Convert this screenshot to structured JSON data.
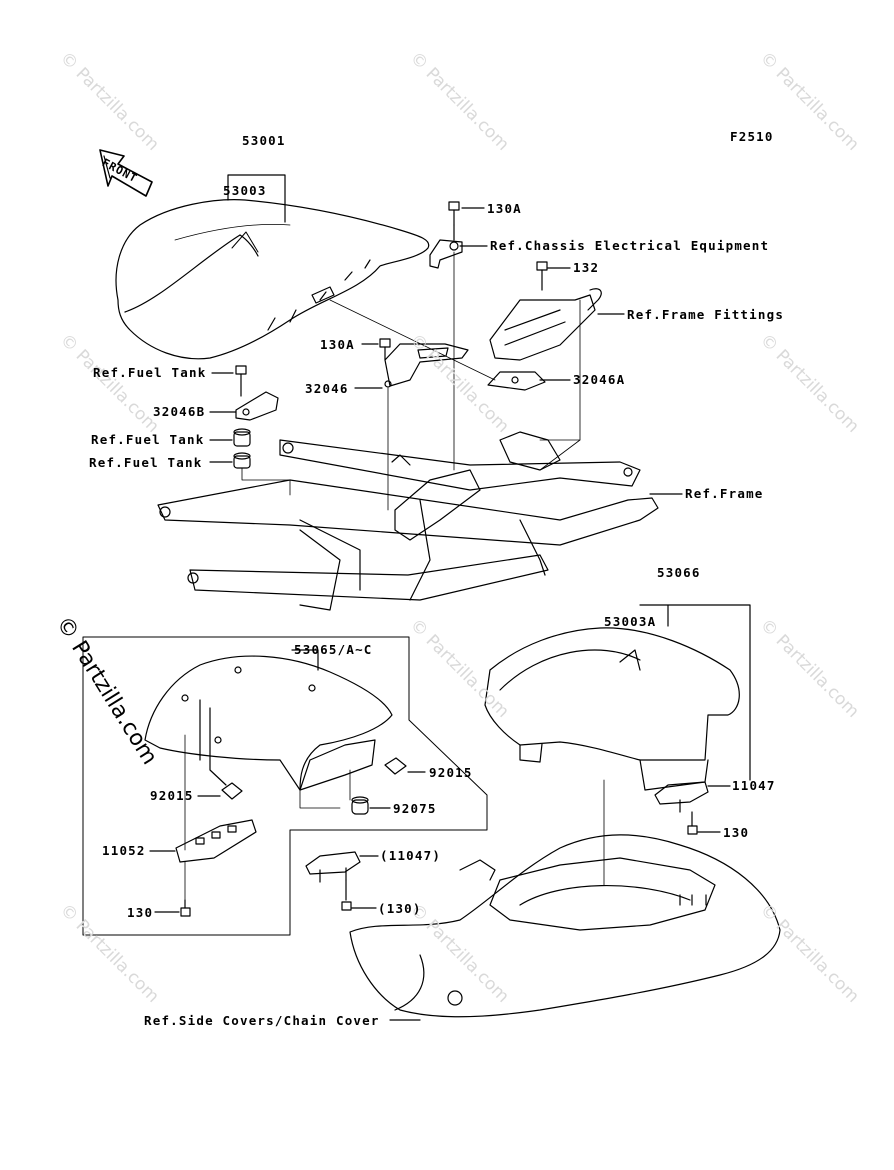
{
  "diagram": {
    "code": "F2510",
    "front_label": "FRONT",
    "watermark": "© Partzilla.com",
    "callouts": {
      "c53001": "53001",
      "c53003": "53003",
      "c130A_top": "130A",
      "ref_chassis": "Ref.Chassis Electrical Equipment",
      "c132": "132",
      "ref_frame_fittings": "Ref.Frame Fittings",
      "c130A_mid": "130A",
      "ref_fuel_tank_1": "Ref.Fuel Tank",
      "c32046": "32046",
      "c32046A": "32046A",
      "c32046B": "32046B",
      "ref_fuel_tank_2": "Ref.Fuel Tank",
      "ref_fuel_tank_3": "Ref.Fuel Tank",
      "ref_frame": "Ref.Frame",
      "c53066": "53066",
      "c53065": "53065/A~C",
      "c53003A": "53003A",
      "c92015_r": "92015",
      "c92015_l": "92015",
      "c92075": "92075",
      "c11047": "11047",
      "c130_r": "130",
      "c11052": "11052",
      "c11047_p": "(11047)",
      "c130_l": "130",
      "c130_p": "(130)",
      "ref_side_covers": "Ref.Side Covers/Chain Cover"
    }
  }
}
